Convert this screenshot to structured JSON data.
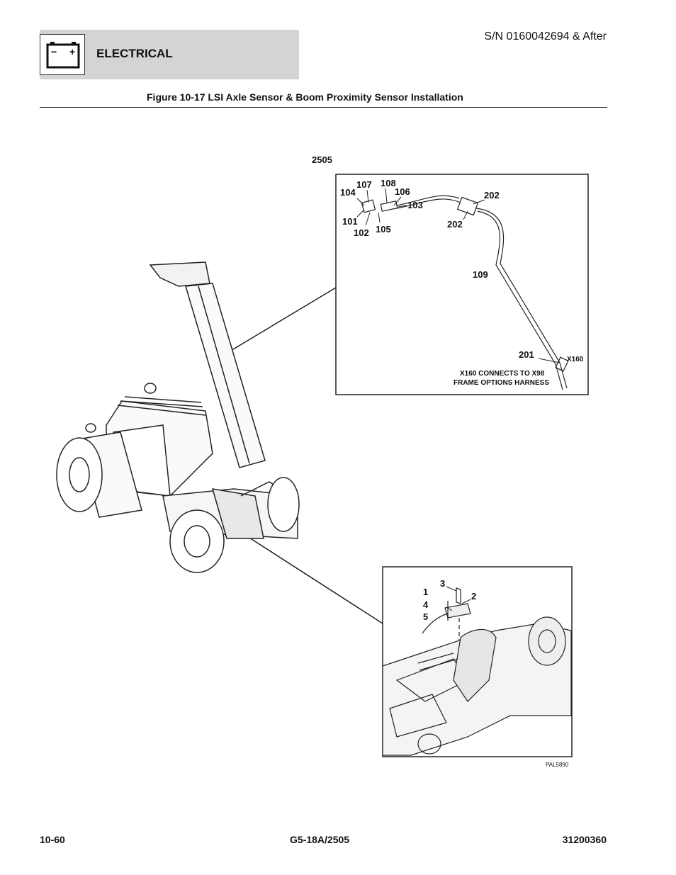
{
  "header": {
    "section": "ELECTRICAL",
    "battery_minus": "−",
    "battery_plus": "+",
    "serial": "S/N 0160042694 & After"
  },
  "figure": {
    "title": "Figure 10-17 LSI Axle Sensor & Boom Proximity Sensor Installation",
    "model_label": "2505",
    "upper_detail": {
      "callouts": [
        "104",
        "107",
        "108",
        "106",
        "103",
        "101",
        "102",
        "105",
        "202",
        "202",
        "109",
        "201"
      ],
      "connector": "X160",
      "note_line1": "X160 CONNECTS TO X98",
      "note_line2": "FRAME OPTIONS HARNESS"
    },
    "lower_detail": {
      "callouts": [
        "3",
        "2",
        "1",
        "4",
        "5"
      ]
    },
    "drawing_ref": "PAL5890"
  },
  "footer": {
    "page": "10-60",
    "model": "G5-18A/2505",
    "doc_number": "31200360"
  }
}
